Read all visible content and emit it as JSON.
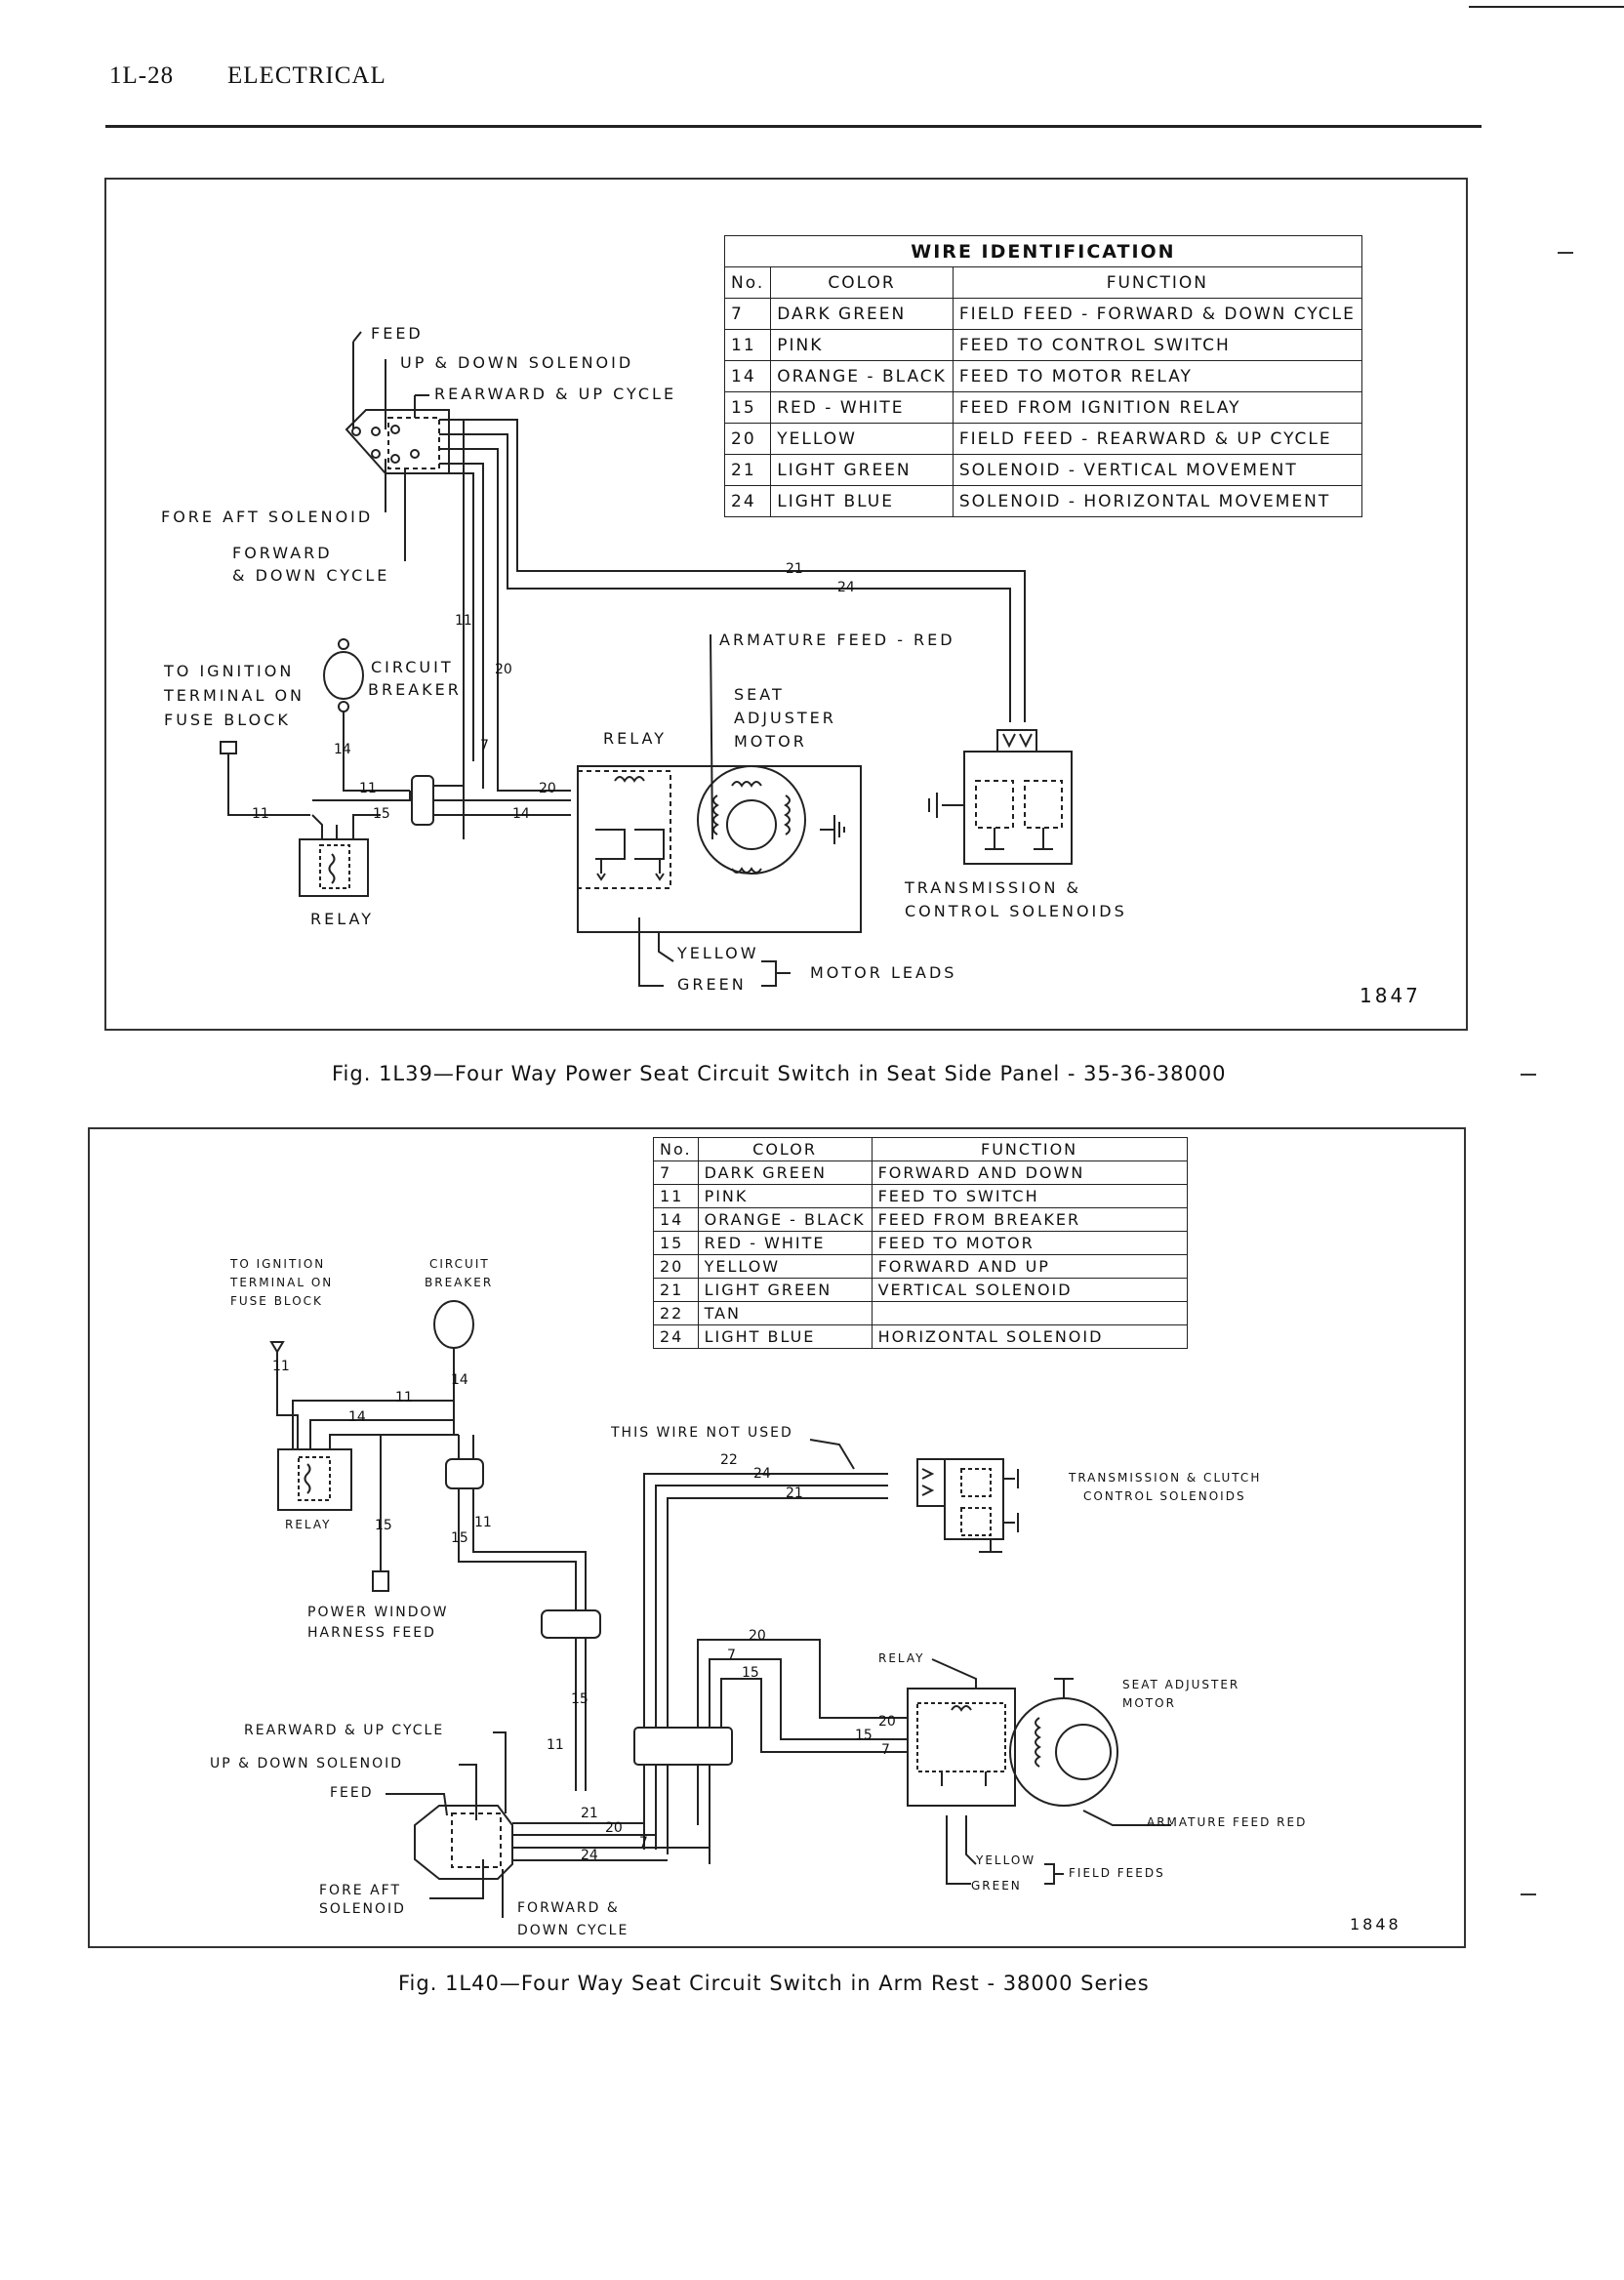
{
  "header": {
    "page": "1L-28",
    "section": "ELECTRICAL"
  },
  "fig1": {
    "table_title": "WIRE IDENTIFICATION",
    "columns": [
      "No.",
      "COLOR",
      "FUNCTION"
    ],
    "rows": [
      {
        "no": "7",
        "color": "DARK GREEN",
        "function": "FIELD FEED - FORWARD & DOWN CYCLE"
      },
      {
        "no": "11",
        "color": "PINK",
        "function": "FEED TO CONTROL SWITCH"
      },
      {
        "no": "14",
        "color": "ORANGE - BLACK",
        "function": "FEED TO MOTOR RELAY"
      },
      {
        "no": "15",
        "color": "RED - WHITE",
        "function": "FEED FROM IGNITION RELAY"
      },
      {
        "no": "20",
        "color": "YELLOW",
        "function": "FIELD FEED - REARWARD & UP CYCLE"
      },
      {
        "no": "21",
        "color": "LIGHT GREEN",
        "function": "SOLENOID - VERTICAL MOVEMENT"
      },
      {
        "no": "24",
        "color": "LIGHT BLUE",
        "function": "SOLENOID - HORIZONTAL MOVEMENT"
      }
    ],
    "labels": {
      "feed": "FEED",
      "up_down_solenoid": "UP & DOWN SOLENOID",
      "rearward_up_cycle": "REARWARD & UP CYCLE",
      "fore_aft_solenoid": "FORE AFT SOLENOID",
      "forward": "FORWARD",
      "down_cycle": "& DOWN CYCLE",
      "to_ignition": "TO IGNITION",
      "terminal_on": "TERMINAL ON",
      "fuse_block": "FUSE BLOCK",
      "circuit": "CIRCUIT",
      "breaker": "BREAKER",
      "relay_top": "RELAY",
      "relay_bottom": "RELAY",
      "armature_feed": "ARMATURE FEED - RED",
      "seat": "SEAT",
      "adjuster": "ADJUSTER",
      "motor": "MOTOR",
      "transmission": "TRANSMISSION &",
      "control_solenoids": "CONTROL SOLENOIDS",
      "yellow": "YELLOW",
      "green": "GREEN",
      "motor_leads": "MOTOR LEADS"
    },
    "wire_numbers": {
      "w21": "21",
      "w24": "24",
      "w11": "11",
      "w20": "20",
      "w14a": "14",
      "w7": "7",
      "w20b": "20",
      "w14b": "14",
      "w11b": "11",
      "w15": "15",
      "w11c": "11"
    },
    "figure_number": "1847",
    "caption": "Fig. 1L39—Four Way Power Seat Circuit Switch in Seat Side Panel - 35-36-38000"
  },
  "fig2": {
    "columns": [
      "No.",
      "COLOR",
      "FUNCTION"
    ],
    "rows": [
      {
        "no": "7",
        "color": "DARK GREEN",
        "function": "FORWARD AND DOWN"
      },
      {
        "no": "11",
        "color": "PINK",
        "function": "FEED TO SWITCH"
      },
      {
        "no": "14",
        "color": "ORANGE - BLACK",
        "function": "FEED FROM BREAKER"
      },
      {
        "no": "15",
        "color": "RED - WHITE",
        "function": "FEED TO MOTOR"
      },
      {
        "no": "20",
        "color": "YELLOW",
        "function": "FORWARD AND UP"
      },
      {
        "no": "21",
        "color": "LIGHT GREEN",
        "function": "VERTICAL SOLENOID"
      },
      {
        "no": "22",
        "color": "TAN",
        "function": ""
      },
      {
        "no": "24",
        "color": "LIGHT BLUE",
        "function": "HORIZONTAL SOLENOID"
      }
    ],
    "labels": {
      "to_ignition": "TO IGNITION",
      "terminal_on": "TERMINAL ON",
      "fuse_block": "FUSE BLOCK",
      "circuit": "CIRCUIT",
      "breaker": "BREAKER",
      "relay_left": "RELAY",
      "power_window": "POWER WINDOW",
      "harness_feed": "HARNESS FEED",
      "this_wire_not_used": "THIS WIRE NOT USED",
      "transmission_clutch": "TRANSMISSION & CLUTCH",
      "control_solenoids": "CONTROL SOLENOIDS",
      "relay_right": "RELAY",
      "seat_adjuster": "SEAT ADJUSTER",
      "motor": "MOTOR",
      "armature_feed": "ARMATURE FEED RED",
      "yellow": "YELLOW",
      "green": "GREEN",
      "field_feeds": "FIELD FEEDS",
      "rearward_up_cycle": "REARWARD & UP CYCLE",
      "up_down_solenoid": "UP & DOWN SOLENOID",
      "feed": "FEED",
      "fore_aft": "FORE AFT",
      "solenoid": "SOLENOID",
      "forward": "FORWARD &",
      "down_cycle": "DOWN CYCLE"
    },
    "wire_numbers": {
      "n11a": "11",
      "n14a": "14",
      "n11b": "11",
      "n14b": "14",
      "n15a": "15",
      "n15b": "15",
      "n11c": "11",
      "n15c": "15",
      "n11d": "11",
      "n22": "22",
      "n24": "24",
      "n21": "21",
      "n20a": "20",
      "n7a": "7",
      "n15d": "15",
      "n20b": "20",
      "n15e": "15",
      "n7b": "7",
      "n21b": "21",
      "n20c": "20",
      "n7c": "7",
      "n24b": "24"
    },
    "figure_number": "1848",
    "caption": "Fig. 1L40—Four Way Seat Circuit Switch in Arm Rest - 38000 Series"
  }
}
